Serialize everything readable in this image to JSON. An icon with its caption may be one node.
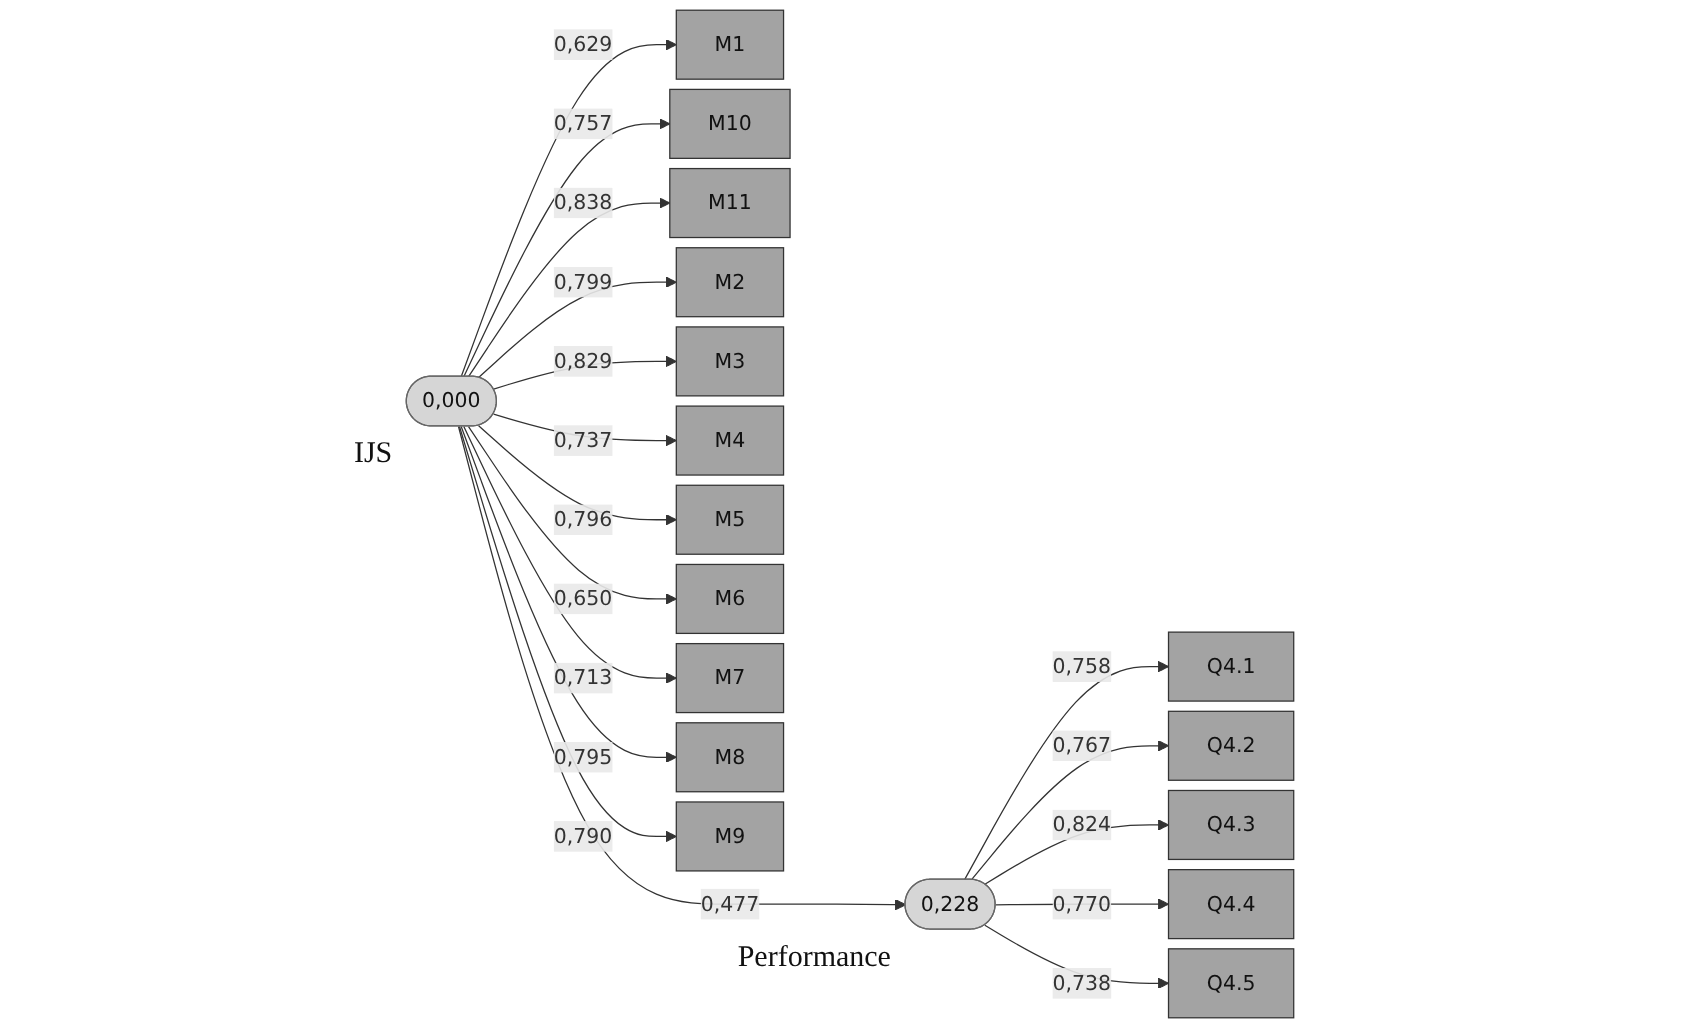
{
  "diagram": {
    "nodes": [
      {
        "text": [
          "M1"
        ]
      },
      {
        "text": [
          "M10"
        ]
      },
      {
        "text": [
          "M11"
        ]
      },
      {
        "text": [
          "M2"
        ]
      },
      {
        "text": [
          "M3"
        ]
      },
      {
        "text": [
          "M4"
        ]
      },
      {
        "text": [
          "M5"
        ]
      },
      {
        "text": [
          "M6"
        ]
      },
      {
        "text": [
          "M7"
        ]
      },
      {
        "text": [
          "M8"
        ]
      },
      {
        "text": [
          "M9"
        ]
      },
      {
        "text": [
          "0,000"
        ],
        "beside": [
          "IJS"
        ]
      },
      {
        "text": [
          "0,228"
        ],
        "beside": [
          "Performance"
        ]
      },
      {
        "text": [
          "Q4.1"
        ]
      },
      {
        "text": [
          "Q4.2"
        ]
      },
      {
        "text": [
          "Q4.3"
        ]
      },
      {
        "text": [
          "Q4.4"
        ]
      },
      {
        "text": [
          "Q4.5"
        ]
      }
    ],
    "edges": [
      {
        "from": 11,
        "to": 0,
        "arrow": "to",
        "label": "0,629"
      },
      {
        "from": 11,
        "to": 1,
        "arrow": "to",
        "label": "0,757"
      },
      {
        "from": 11,
        "to": 2,
        "arrow": "to",
        "label": "0,838"
      },
      {
        "from": 11,
        "to": 3,
        "arrow": "to",
        "label": "0,799"
      },
      {
        "from": 11,
        "to": 4,
        "arrow": "to",
        "label": "0,829"
      },
      {
        "from": 11,
        "to": 5,
        "arrow": "to",
        "label": "0,737"
      },
      {
        "from": 11,
        "to": 6,
        "arrow": "to",
        "label": "0,796"
      },
      {
        "from": 11,
        "to": 7,
        "arrow": "to",
        "label": "0,650"
      },
      {
        "from": 11,
        "to": 8,
        "arrow": "to",
        "label": "0,713"
      },
      {
        "from": 11,
        "to": 9,
        "arrow": "to",
        "label": "0,795"
      },
      {
        "from": 11,
        "to": 10,
        "arrow": "to",
        "label": "0,790"
      },
      {
        "from": 11,
        "to": 12,
        "arrow": "to",
        "label": "0,477"
      },
      {
        "from": 12,
        "to": 13,
        "arrow": "to",
        "label": "0,758"
      },
      {
        "from": 12,
        "to": 14,
        "arrow": "to",
        "label": "0,767"
      },
      {
        "from": 12,
        "to": 15,
        "arrow": "to",
        "label": "0,824"
      },
      {
        "from": 12,
        "to": 16,
        "arrow": "to",
        "label": "0,770"
      },
      {
        "from": 12,
        "to": 17,
        "arrow": "to",
        "label": "0,738"
      }
    ]
  }
}
